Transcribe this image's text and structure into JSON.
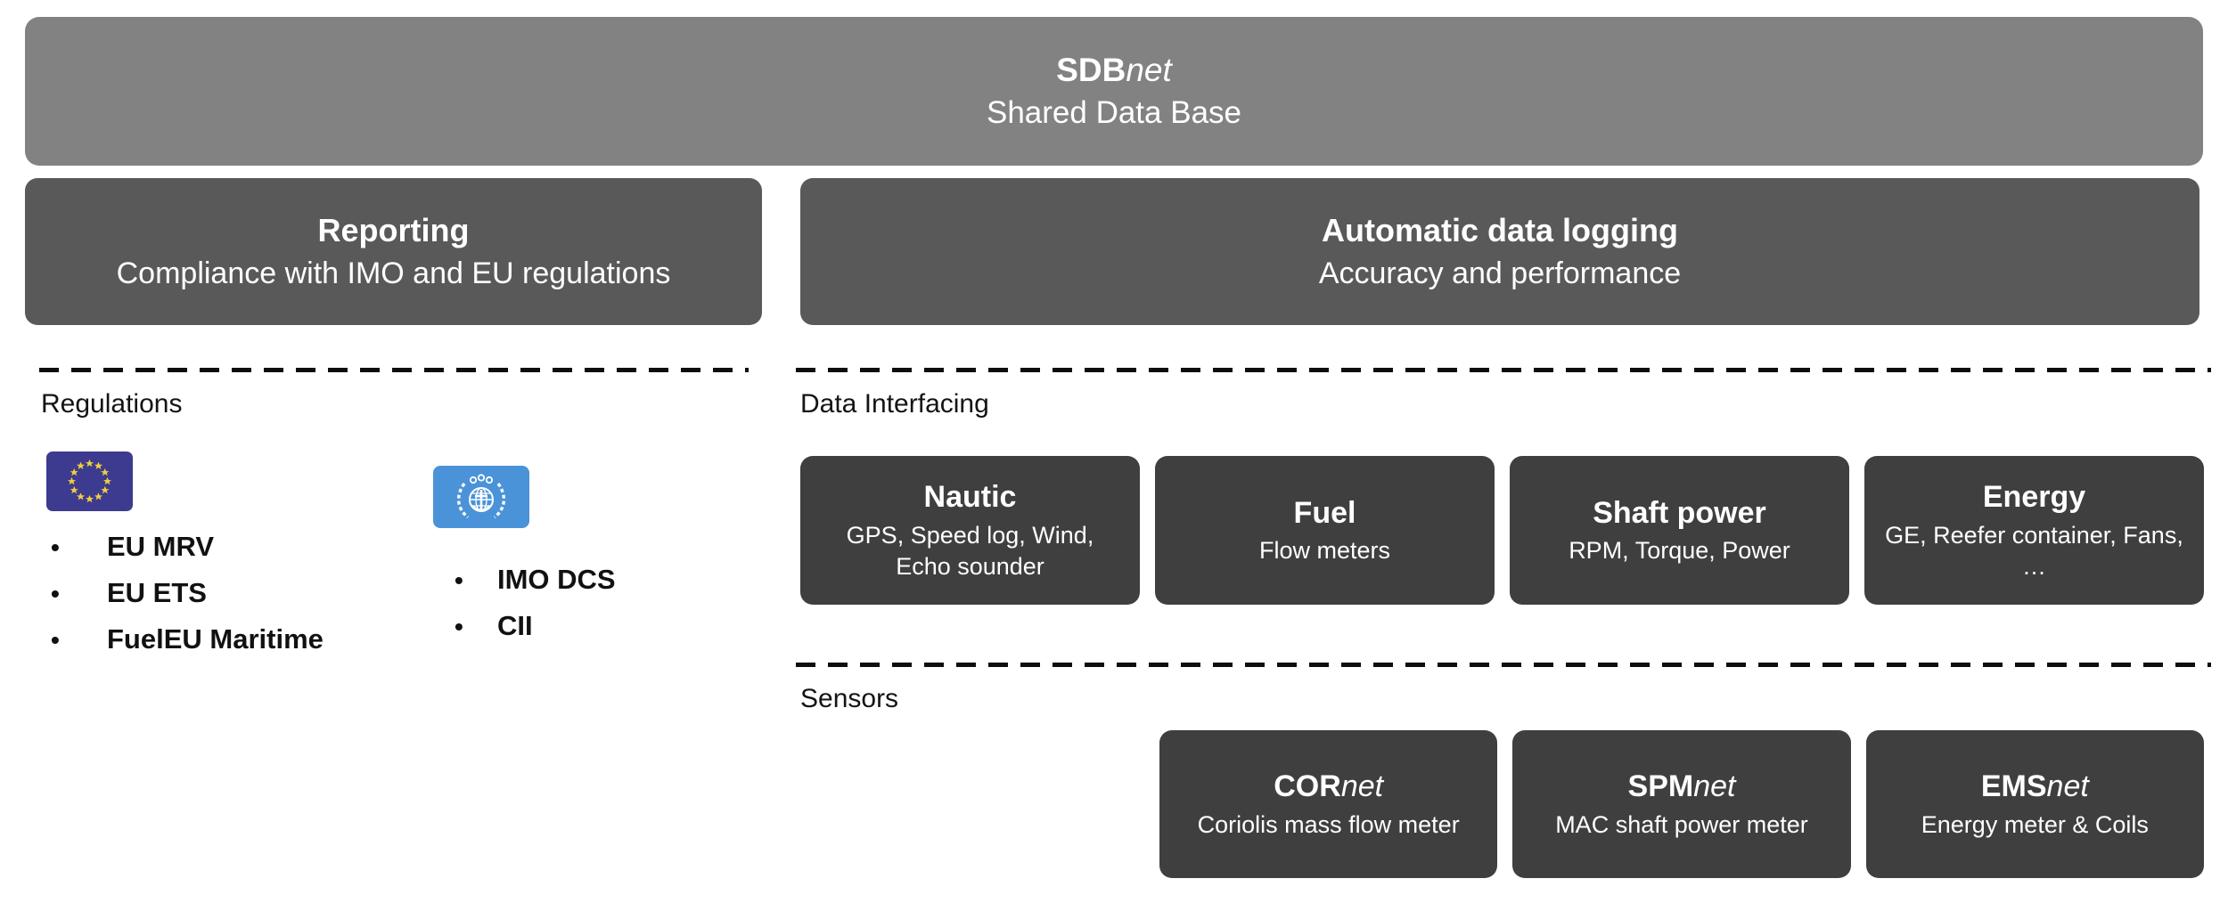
{
  "colors": {
    "top_bar": "#828282",
    "mid_box": "#595959",
    "dark_box": "#3f3f3f",
    "text_light": "#ffffff",
    "text_dark": "#111111",
    "eu_flag_blue": "#3d3b8f",
    "eu_star_yellow": "#f0cf3c",
    "imo_blue": "#4a93d9",
    "dashed_line": "#0e0e0e"
  },
  "bullet_char": "•",
  "header": {
    "title_bold": "SDB",
    "title_italic": "net",
    "subtitle": "Shared Data Base"
  },
  "reporting": {
    "title": "Reporting",
    "subtitle": "Compliance with IMO and EU regulations"
  },
  "logging": {
    "title": "Automatic data logging",
    "subtitle": "Accuracy and performance"
  },
  "regulations": {
    "label": "Regulations",
    "eu_items": [
      "EU MRV",
      "EU ETS",
      "FuelEU Maritime"
    ],
    "imo_items": [
      "IMO DCS",
      "CII"
    ]
  },
  "interfacing": {
    "label": "Data Interfacing",
    "boxes": [
      {
        "title": "Nautic",
        "subtitle": "GPS, Speed log, Wind, Echo sounder"
      },
      {
        "title": "Fuel",
        "subtitle": "Flow meters"
      },
      {
        "title": "Shaft power",
        "subtitle": "RPM, Torque, Power"
      },
      {
        "title": "Energy",
        "subtitle": "GE, Reefer container, Fans, …"
      }
    ]
  },
  "sensors": {
    "label": "Sensors",
    "boxes": [
      {
        "name": "COR",
        "suffix": "net",
        "subtitle": "Coriolis mass flow meter"
      },
      {
        "name": "SPM",
        "suffix": "net",
        "subtitle": "MAC shaft power meter"
      },
      {
        "name": "EMS",
        "suffix": "net",
        "subtitle": "Energy meter & Coils"
      }
    ]
  }
}
